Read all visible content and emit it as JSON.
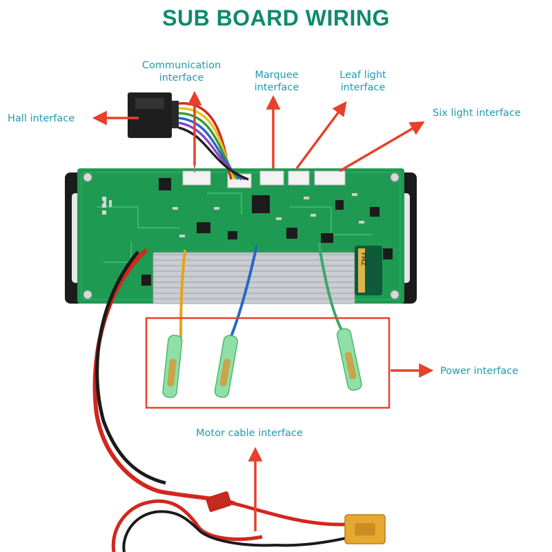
{
  "title": "SUB BOARD WIRING",
  "labels": {
    "communication_line1": "Communication",
    "communication_line2": "interface",
    "marquee_line1": "Marquee",
    "marquee_line2": "interface",
    "leaf_line1": "Leaf light",
    "leaf_line2": "interface",
    "six_light": "Six light interface",
    "hall": "Hall interface",
    "power": "Power interface",
    "motor": "Motor cable interface"
  },
  "board_marking": "FMZ",
  "colors": {
    "title": "#0f8a6c",
    "label": "#1e9bb0",
    "arrow": "#e8402a",
    "pcb": "#1f9a52",
    "heatsink": "#c9ccd0",
    "wire_red": "#d3261f",
    "wire_black": "#1a1a1a",
    "wire_yellow": "#e8a317",
    "wire_blue": "#2468c8",
    "wire_green": "#3aa86b",
    "connector_yellow": "#e8a830",
    "connector_red": "#c42a1d"
  }
}
